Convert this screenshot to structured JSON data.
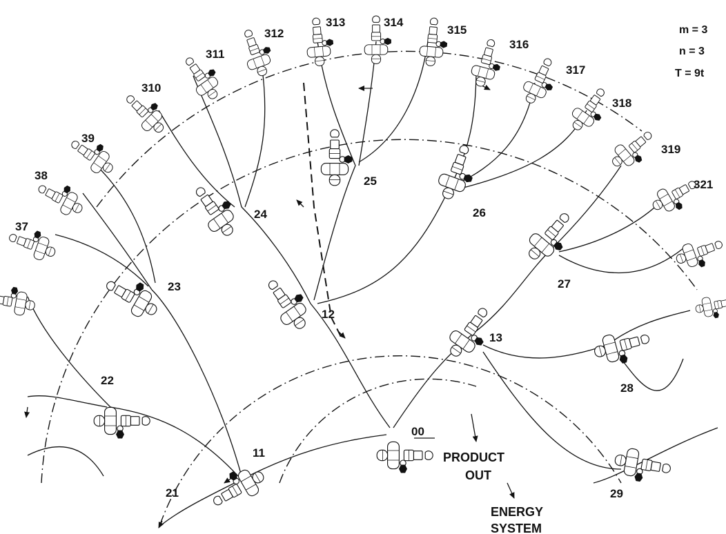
{
  "params": {
    "m": "m = 3",
    "n": "n = 3",
    "T": "T = 9t"
  },
  "labels": {
    "root": "00",
    "product": [
      "PRODUCT",
      "OUT"
    ],
    "energy": [
      "ENERGY",
      "SYSTEM"
    ]
  },
  "nodes": [
    {
      "id": "00",
      "label": "00"
    },
    {
      "id": "11",
      "label": "11"
    },
    {
      "id": "12",
      "label": "12"
    },
    {
      "id": "13",
      "label": "13"
    },
    {
      "id": "21",
      "label": "21"
    },
    {
      "id": "22",
      "label": "22"
    },
    {
      "id": "23",
      "label": "23"
    },
    {
      "id": "24",
      "label": "24"
    },
    {
      "id": "25",
      "label": "25"
    },
    {
      "id": "26",
      "label": "26"
    },
    {
      "id": "27",
      "label": "27"
    },
    {
      "id": "28",
      "label": "28"
    },
    {
      "id": "29",
      "label": "29"
    },
    {
      "id": "37",
      "label": "37"
    },
    {
      "id": "38",
      "label": "38"
    },
    {
      "id": "39",
      "label": "39"
    },
    {
      "id": "310",
      "label": "310"
    },
    {
      "id": "311",
      "label": "311"
    },
    {
      "id": "312",
      "label": "312"
    },
    {
      "id": "313",
      "label": "313"
    },
    {
      "id": "314",
      "label": "314"
    },
    {
      "id": "315",
      "label": "315"
    },
    {
      "id": "316",
      "label": "316"
    },
    {
      "id": "317",
      "label": "317"
    },
    {
      "id": "318",
      "label": "318"
    },
    {
      "id": "319",
      "label": "319"
    },
    {
      "id": "321",
      "label": "321"
    }
  ]
}
